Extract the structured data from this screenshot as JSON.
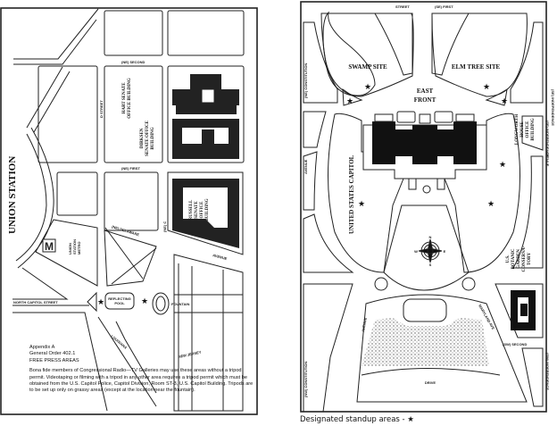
{
  "left_map": {
    "station_label": "UNION STATION",
    "streets": {
      "second": "(NE) SECOND",
      "first": "(NE) FIRST",
      "d_street": "D STREET",
      "c_street": "(NE) C",
      "delaware": "(NE) DELAWARE",
      "avenue": "AVENUE",
      "louisiana": "LOUISIANA",
      "new_jersey": "NEW JERSEY",
      "north_capitol": "NORTH CAPITOL STREET"
    },
    "buildings": {
      "hart": [
        "HART SENATE",
        "OFFICE BUILDING"
      ],
      "dirksen": [
        "DIRKSEN",
        "SENATE OFFICE",
        "BUILDING"
      ],
      "russell": [
        "RUSSELL",
        "SENATE",
        "OFFICE",
        "BUILDING"
      ],
      "metro": [
        "UNION",
        "STATION",
        "METRO"
      ],
      "metro_logo": "M",
      "reflecting_pool": [
        "REFLECTING",
        "POOL"
      ],
      "fountain": "FOUNTAIN"
    },
    "appendix": {
      "title": "Appendix A",
      "order": "General Order 402.1",
      "heading": "FREE PRESS AREAS",
      "body": "Bona fide members of Congressional Radio—TV Galleries may use these areas without a tripod permit. Videotaping or filming with a tripod in any other area requires a tripod permit which must be obtained from the U.S. Capitol Police, Capitol Division, Room ST-3, U.S. Capitol Building. Tripods are to be set up only on grassy areas (except at the location near the fountain)."
    }
  },
  "right_map": {
    "streets": {
      "street": "STREET",
      "first": "(SE) FIRST",
      "constitution_top": "(NE) CONSTITUTION",
      "constitution_bottom": "(NW) CONSTITUTION",
      "independence_top": "(SE) INDEPENDENCE",
      "independence_mid": "(SE) INDEPENDENCE",
      "independence_bottom": "(SW) INDEPENDENCE",
      "avenue_left": "AVENUE",
      "avenue_right": "AVENUE",
      "avenue_lower": "AVENUE",
      "maryland": "MARYLAND AVE",
      "second": "(SW) SECOND",
      "drive": "DRIVE"
    },
    "sites": {
      "swamp": "SWAMP SITE",
      "elm": "ELM TREE SITE",
      "east_front": [
        "EAST",
        "FRONT"
      ],
      "capitol": "UNITED STATES CAPITOL",
      "longworth": [
        "LONGWORTH",
        "HOUSE",
        "OFFICE",
        "BUILDING"
      ],
      "botanic": [
        "U.S.",
        "BOTANIC",
        "GARDEN",
        "CONSERVA-",
        "TORY"
      ]
    },
    "compass": {
      "n": "N",
      "s": "S",
      "e": "E",
      "w": "W"
    }
  },
  "caption": "Designated standup areas -  ★",
  "icons": {
    "standup_marker": "star-icon"
  }
}
